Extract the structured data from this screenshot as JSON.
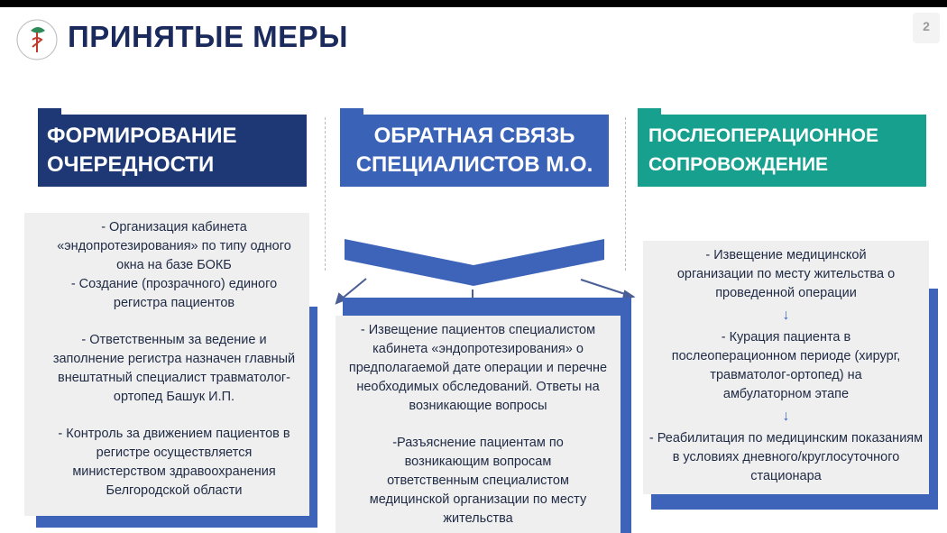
{
  "title": "ПРИНЯТЫЕ МЕРЫ",
  "page_number": "2",
  "logo_icon": "ministry-logo",
  "colors": {
    "col1": "#1d3875",
    "col2": "#3a63b8",
    "col3": "#17a08e",
    "shadow": "#3e64ba"
  },
  "columns": [
    {
      "heading": "ФОРМИРОВАНИЕ ОЧЕРЕДНОСТИ",
      "items": [
        "-    Организация кабинета «эндопротезирования» по типу одного окна на базе БОКБ",
        "-    Создание (прозрачного) единого регистра пациентов",
        "-    Ответственным за ведение и заполнение регистра назначен главный внештатный специалист травматолог-ортопед Башук И.П.",
        "-    Контроль за движением пациентов в регистре осуществляется министерством здравоохранения Белгородской области"
      ]
    },
    {
      "heading": "ОБРАТНАЯ СВЯЗЬ СПЕЦИАЛИСТОВ М.О.",
      "items": [
        "- Извещение пациентов специалистом кабинета «эндопротезирования» о предполагаемой дате операции и перечне необходимых обследований. Ответы на возникающие вопросы",
        "-Разъяснение пациентам по возникающим вопросам ответственным специалистом медицинской организации по месту жительства"
      ]
    },
    {
      "heading": "ПОСЛЕОПЕРАЦИОННОЕ СОПРОВОЖДЕНИЕ",
      "items": [
        "-    Извещение медицинской организации по месту жительства о проведенной операции",
        "-    Курация пациента в послеоперационном периоде (хирург, травматолог-ортопед) на амбулаторном этапе",
        "- Реабилитация по медицинским показаниям в условиях дневного/круглосуточного стационара"
      ]
    }
  ]
}
